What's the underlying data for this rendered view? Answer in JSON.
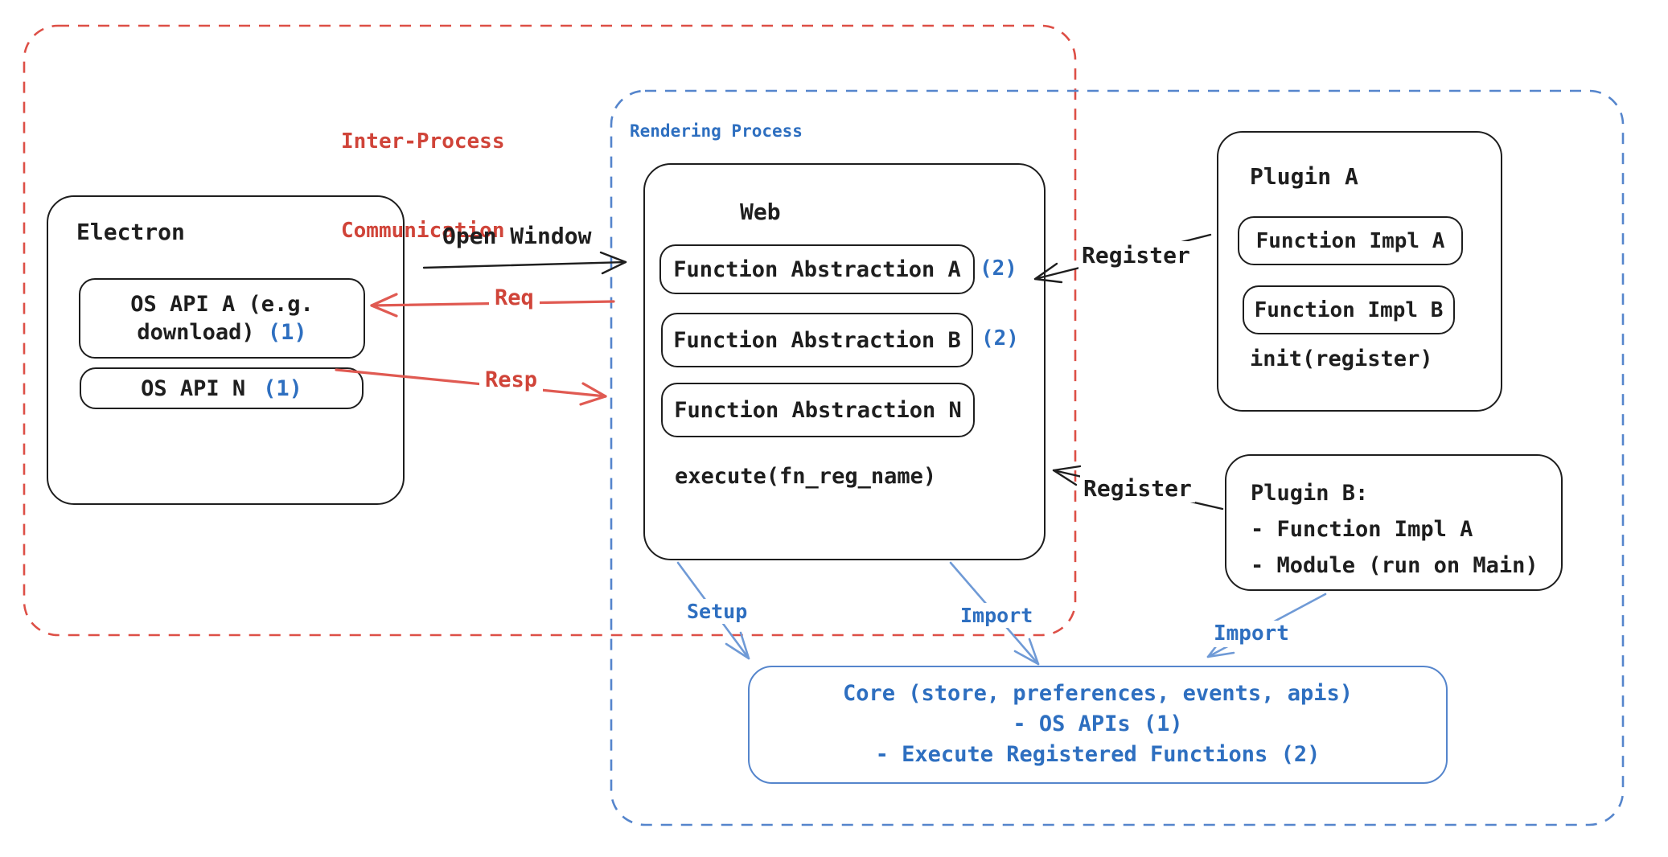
{
  "regions": {
    "ipc": {
      "label_line1": "Inter-Process",
      "label_line2": "Communication"
    },
    "rendering": {
      "label": "Rendering Process"
    }
  },
  "electron": {
    "title": "Electron",
    "api_a": {
      "label": "OS API A (e.g. download)",
      "badge": "(1)"
    },
    "api_n": {
      "label": "OS API N",
      "badge": "(1)"
    }
  },
  "web": {
    "title": "Web",
    "fa_a": {
      "label": "Function Abstraction A",
      "badge": "(2)"
    },
    "fa_b": {
      "label": "Function Abstraction B",
      "badge": "(2)"
    },
    "fa_n": {
      "label": "Function Abstraction N"
    },
    "footer": "execute(fn_reg_name)"
  },
  "plugin_a": {
    "title": "Plugin A",
    "impl_a": "Function Impl A",
    "impl_b": "Function Impl B",
    "footer": "init(register)"
  },
  "plugin_b": {
    "line1": "Plugin B:",
    "line2": "- Function Impl A",
    "line3": "- Module (run on Main)"
  },
  "core": {
    "line1": "Core (store, preferences, events, apis)",
    "line2": "- OS APIs (1)",
    "line3": "- Execute Registered Functions (2)"
  },
  "labels": {
    "open_window": "Open Window",
    "req": "Req",
    "resp": "Resp",
    "register_top": "Register",
    "register_bottom": "Register",
    "setup": "Setup",
    "import_web": "Import",
    "import_plugin": "Import"
  },
  "colors": {
    "ink": "#1e1e1e",
    "red_text": "#d04439",
    "red_dash": "#dd4f46",
    "red_arrow": "#e05a52",
    "blue_text": "#2e6fc0",
    "blue_dash": "#5585cc",
    "blue_arrow": "#6f9ad6"
  }
}
